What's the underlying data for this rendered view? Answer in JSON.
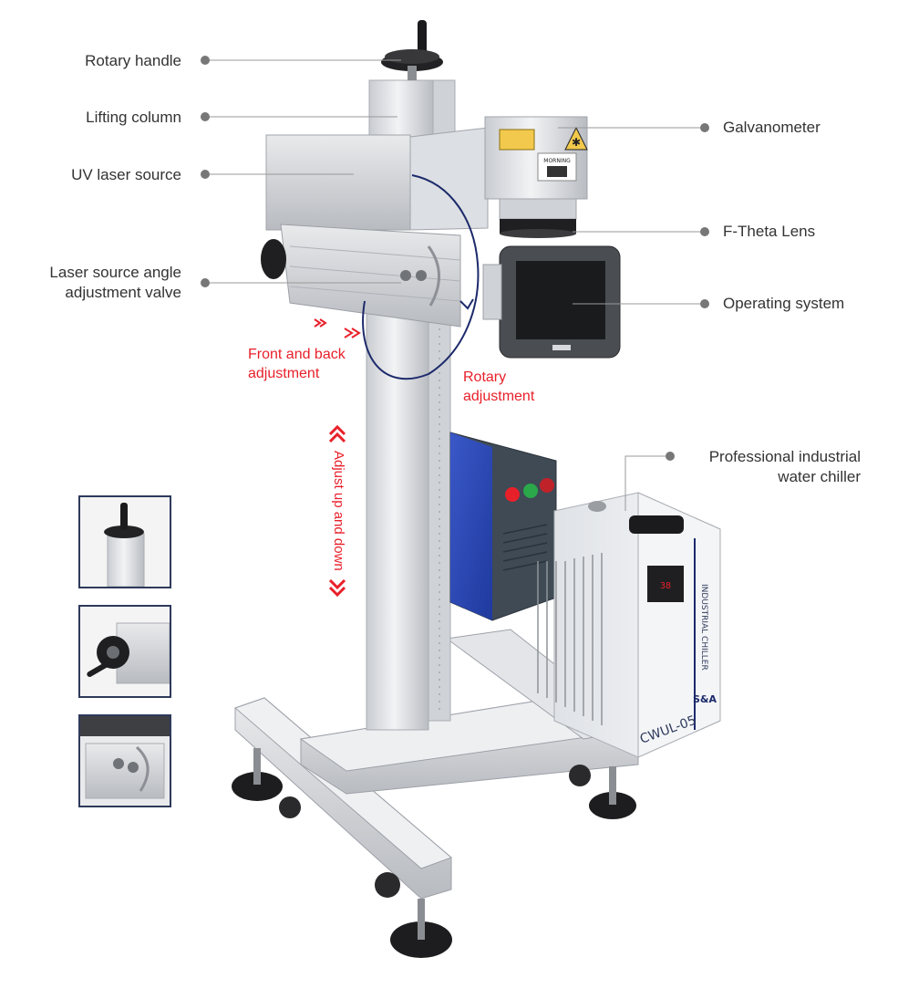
{
  "callouts_left": [
    {
      "id": "rotary-handle",
      "text": "Rotary handle"
    },
    {
      "id": "lifting-column",
      "text": "Lifting column"
    },
    {
      "id": "uv-laser-source",
      "text": "UV laser source"
    },
    {
      "id": "laser-source-angle",
      "lines": [
        "Laser source angle",
        "adjustment valve"
      ]
    }
  ],
  "callouts_right": [
    {
      "id": "galvanometer",
      "text": "Galvanometer"
    },
    {
      "id": "f-theta-lens",
      "text": "F-Theta Lens"
    },
    {
      "id": "operating-system",
      "text": "Operating system"
    },
    {
      "id": "water-chiller",
      "lines": [
        "Professional industrial",
        "water chiller"
      ]
    }
  ],
  "adjustments": {
    "front_back": [
      "Front and back",
      "adjustment"
    ],
    "rotary": [
      "Rotary",
      "adjustment"
    ],
    "up_down": "Adjust up and down"
  },
  "machine_text": {
    "chiller_brand": "S&A",
    "chiller_model": "CWUL-05",
    "chiller_side": "INDUSTRIAL CHILLER",
    "head_brand": "MORNING"
  },
  "colors": {
    "accent_red": "#e8202a",
    "thumb_border": "#2e3a5c",
    "dot": "#777777"
  }
}
